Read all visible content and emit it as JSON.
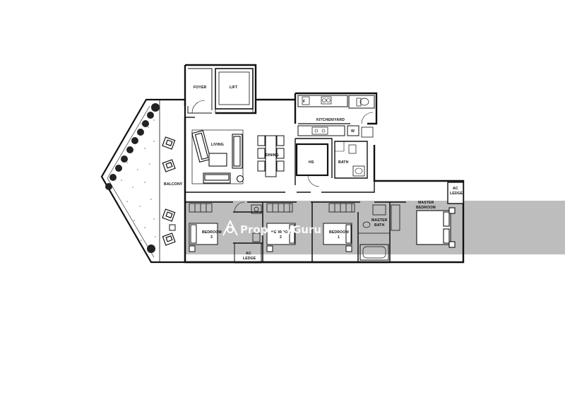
{
  "floor_plan": {
    "rooms": {
      "foyer": "FOYER",
      "lift": "LIFT",
      "kitchen_yard": "KITCHEN/YARD",
      "living": "LIVING",
      "dining": "DINING",
      "hs": "HS",
      "bath": "BATH",
      "balcony": "BALCONY",
      "bedroom3_line1": "BEDROOM",
      "bedroom3_line2": "3",
      "bedroom2_line1": "BEDROOM",
      "bedroom2_line2": "2",
      "bedroom1_line1": "BEDROOM",
      "bedroom1_line2": "1",
      "master_bath_line1": "MASTER",
      "master_bath_line2": "BATH",
      "master_bedroom_line1": "MASTER",
      "master_bedroom_line2": "BEDROOM",
      "ac_ledge_right_line1": "AC",
      "ac_ledge_right_line2": "LEDGE",
      "ac_ledge_bottom_line1": "AC",
      "ac_ledge_bottom_line2": "LEDGE",
      "fridge_mark": "F",
      "washer_mark": "W"
    },
    "watermark": {
      "text": "PropertyGuru",
      "band_color": "#bdbdbd"
    },
    "colors": {
      "wall": "#111111",
      "background": "#ffffff"
    }
  }
}
